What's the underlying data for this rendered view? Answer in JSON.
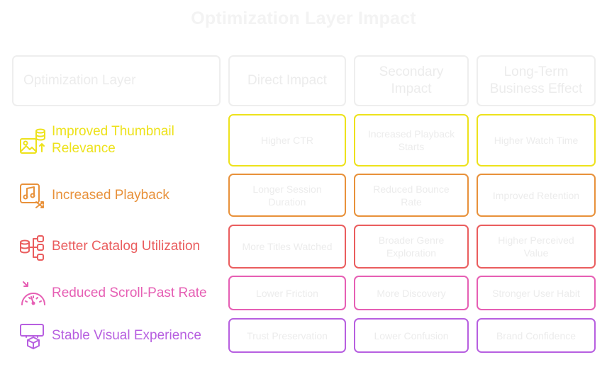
{
  "title": "Optimization Layer Impact",
  "headers": {
    "layer": "Optimization Layer",
    "direct": "Direct Impact",
    "secondary": "Secondary Impact",
    "longterm": "Long-Term Business Effect"
  },
  "rows": [
    {
      "label": "Improved Thumbnail Relevance",
      "color": "#ede21b",
      "icon": "image-database-icon",
      "direct": "Higher CTR",
      "secondary": "Increased Playback Starts",
      "longterm": "Higher Watch Time"
    },
    {
      "label": "Increased Playback",
      "color": "#e8913a",
      "icon": "music-shuffle-icon",
      "direct": "Longer Session Duration",
      "secondary": "Reduced Bounce Rate",
      "longterm": "Improved Retention"
    },
    {
      "label": "Better Catalog Utilization",
      "color": "#ea5d5e",
      "icon": "database-network-icon",
      "direct": "More Titles Watched",
      "secondary": "Broader Genre Exploration",
      "longterm": "Higher Perceived Value"
    },
    {
      "label": "Reduced Scroll-Past Rate",
      "color": "#e65fb4",
      "icon": "gauge-icon",
      "direct": "Lower Friction",
      "secondary": "More Discovery",
      "longterm": "Stronger User Habit"
    },
    {
      "label": "Stable Visual Experience",
      "color": "#b75fe0",
      "icon": "screen-box-icon",
      "direct": "Trust Preservation",
      "secondary": "Lower Confusion",
      "longterm": "Brand Confidence"
    }
  ]
}
